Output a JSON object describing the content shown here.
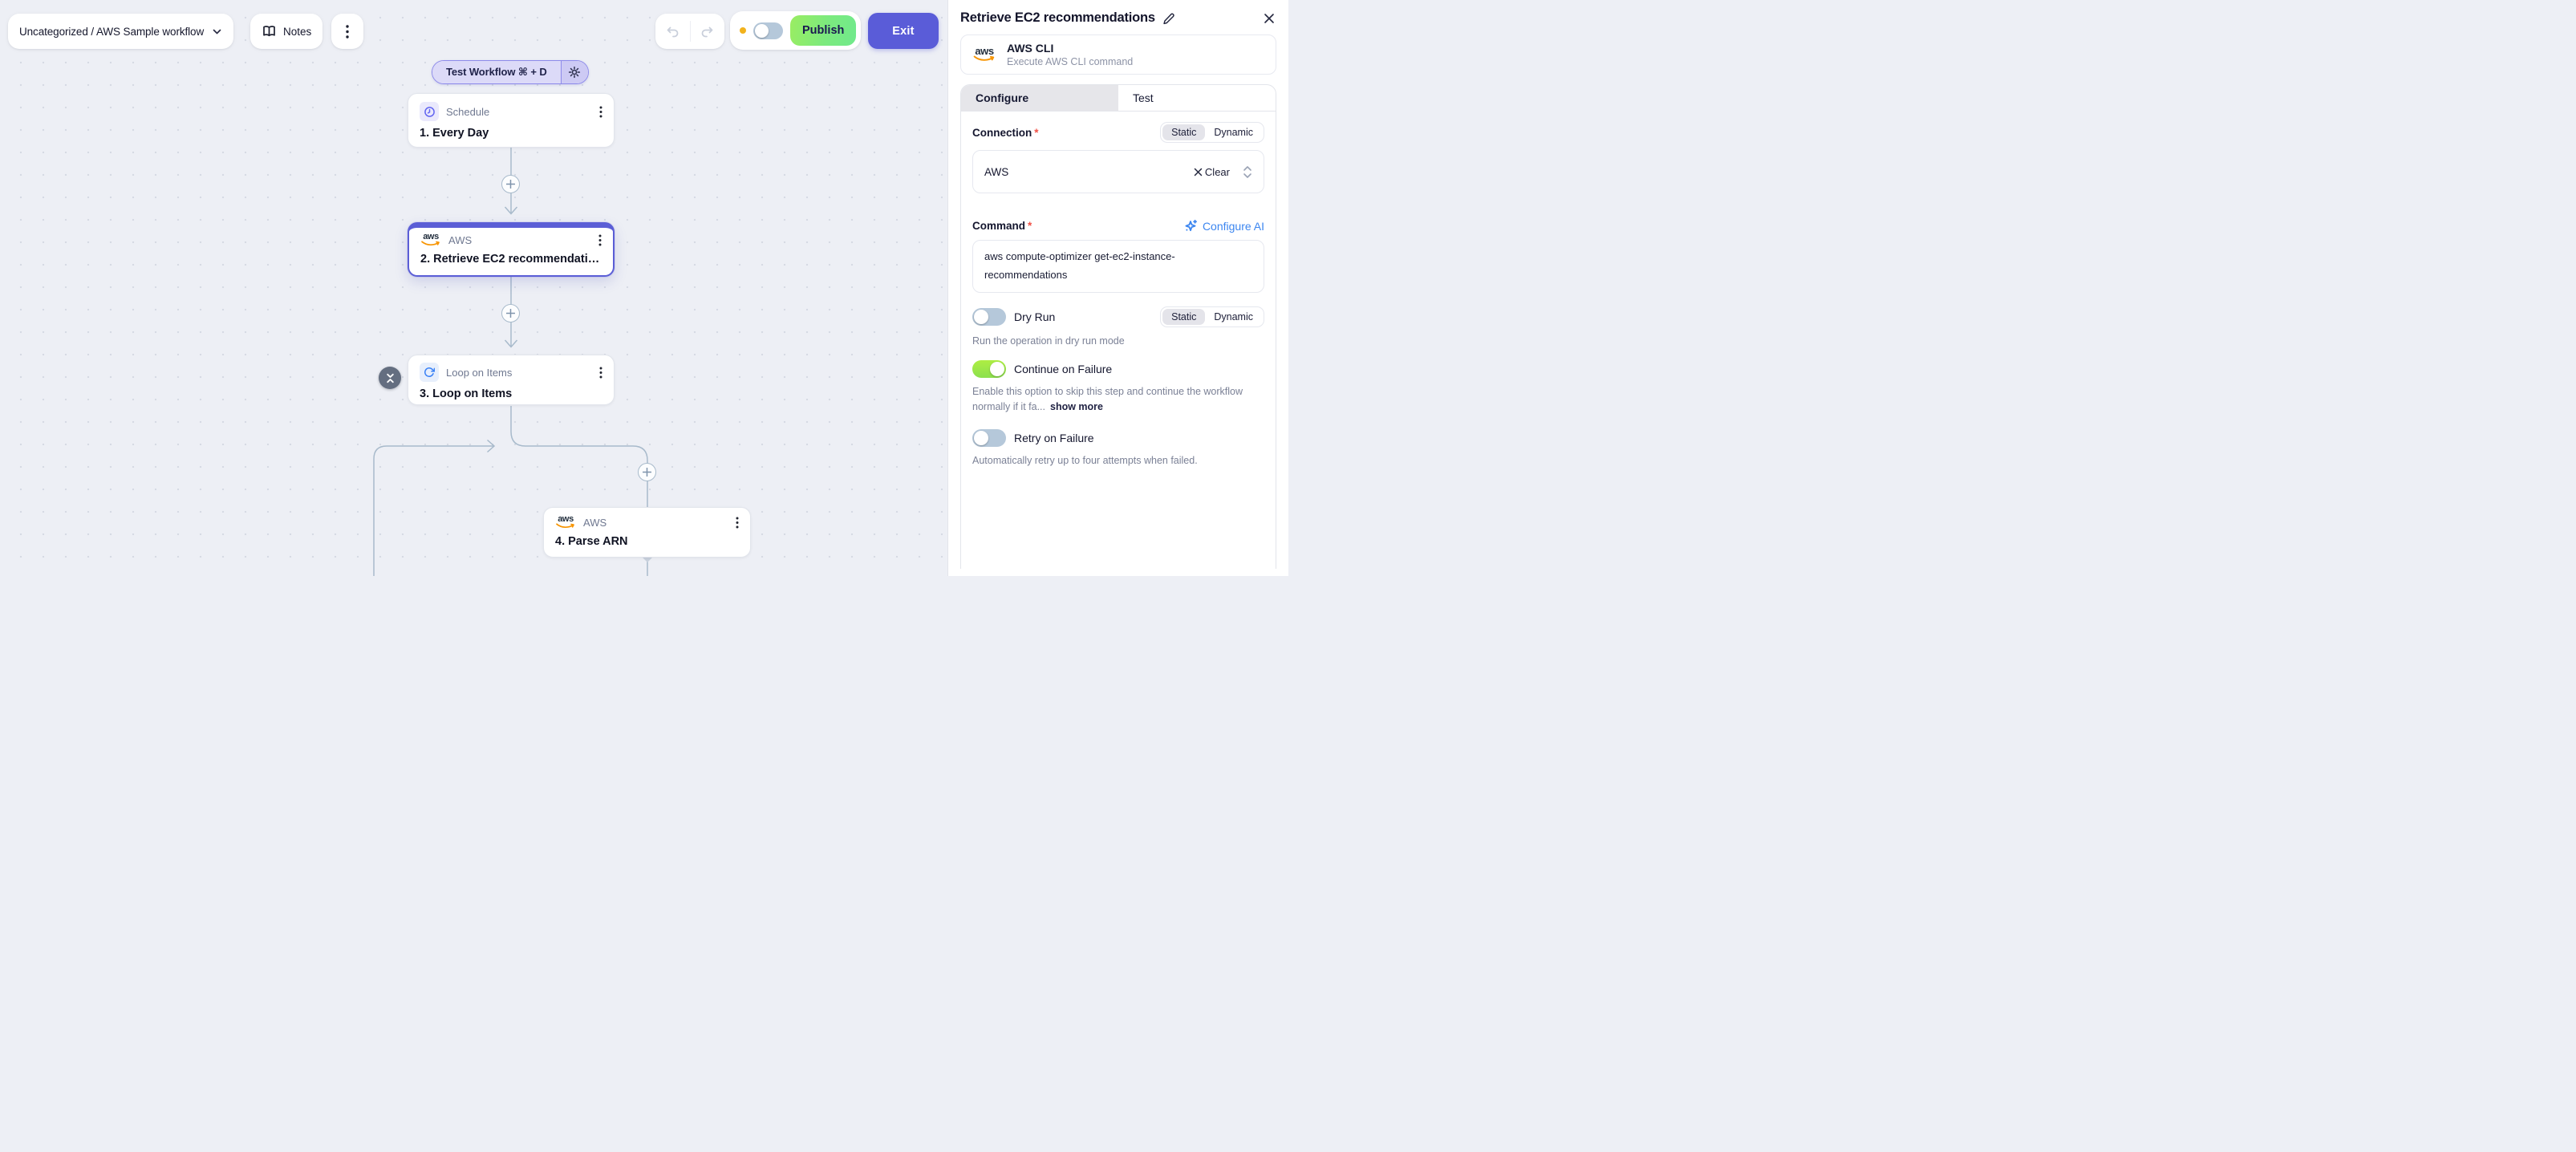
{
  "header": {
    "breadcrumb": "Uncategorized / AWS Sample workflow",
    "notes_label": "Notes",
    "publish_label": "Publish",
    "exit_label": "Exit"
  },
  "canvas": {
    "test_button_label": "Test Workflow ⌘ + D",
    "nodes": [
      {
        "app": "Schedule",
        "title": "1. Every Day"
      },
      {
        "app": "AWS",
        "title": "2. Retrieve EC2 recommendati…"
      },
      {
        "app": "Loop on Items",
        "title": "3. Loop on Items"
      },
      {
        "app": "AWS",
        "title": "4. Parse ARN"
      }
    ],
    "aws_logo_text": "aws"
  },
  "panel": {
    "title": "Retrieve EC2 recommendations",
    "app_card": {
      "name": "AWS CLI",
      "description": "Execute AWS CLI command"
    },
    "tabs": [
      "Configure",
      "Test"
    ],
    "connection": {
      "label": "Connection",
      "required": "*",
      "static_label": "Static",
      "dynamic_label": "Dynamic",
      "value": "AWS",
      "clear_label": "Clear"
    },
    "command": {
      "label": "Command",
      "required": "*",
      "configure_ai_label": "Configure AI",
      "value": "aws compute-optimizer get-ec2-instance-recommendations"
    },
    "dry_run": {
      "label": "Dry Run",
      "static_label": "Static",
      "dynamic_label": "Dynamic",
      "help": "Run the operation in dry run mode"
    },
    "continue_on_failure": {
      "label": "Continue on Failure",
      "help": "Enable this option to skip this step and continue the workflow normally if it fa...",
      "show_more_label": "show more"
    },
    "retry_on_failure": {
      "label": "Retry on Failure",
      "help": "Automatically retry up to four attempts when failed."
    }
  },
  "icons": {
    "colors": {
      "accent_indigo": "#5b5ed6",
      "publish_green": "#7cea7e",
      "exit_indigo": "#5a5cd8",
      "ai_blue": "#3c86f0",
      "aws_orange": "#f79400",
      "line_gray": "#a8bacb",
      "toggle_on_green": "#9ce54a",
      "toggle_off_gray": "#b5c8da",
      "status_yellow": "#f2b21c",
      "required_red": "#f15146"
    }
  }
}
